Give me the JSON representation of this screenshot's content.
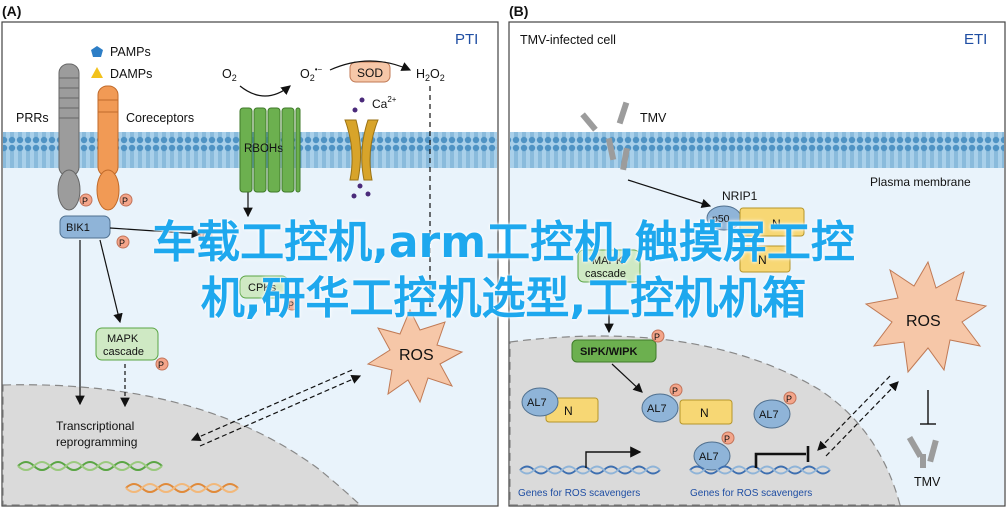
{
  "panel_a": {
    "letter": "(A)",
    "tag": "PTI",
    "legend": {
      "pamps": "PAMPs",
      "damps": "DAMPs"
    },
    "labels": {
      "prrs": "PRRs",
      "coreceptors": "Coreceptors",
      "o2": "O",
      "o2_sub": "2",
      "o2m": "O",
      "o2m_sub": "2",
      "o2m_sup": "•−",
      "sod": "SOD",
      "h2o2": "H",
      "h2o2_sub1": "2",
      "h2o2_o": "O",
      "h2o2_sub2": "2",
      "ca": "Ca",
      "ca_sup": "2+",
      "rbohs": "RBOHs",
      "bik1": "BIK1",
      "cpks": "CPKs",
      "mapk1": "MAPK",
      "mapk2": "cascade",
      "ros": "ROS",
      "trans1": "Transcriptional",
      "trans2": "reprogramming",
      "p": "P"
    }
  },
  "panel_b": {
    "letter": "(B)",
    "tag": "ETI",
    "title": "TMV-infected cell",
    "labels": {
      "tmv_top": "TMV",
      "nrip1": "NRIP1",
      "p50": "p50",
      "n": "N",
      "plasma": "Plasma membrane",
      "mapk1": "MAPK",
      "mapk2": "cascade",
      "sipk": "SIPK/WIPK",
      "al7": "AL7",
      "ros": "ROS",
      "genes1": "Genes for ROS scavengers",
      "genes2": "Genes for ROS scavengers",
      "tmv_bottom": "TMV",
      "p": "P"
    }
  },
  "watermark": {
    "line1": "车载工控机,arm工控机,触摸屏工控",
    "line2": "机,研华工控机选型,工控机机箱"
  },
  "colors": {
    "membrane": "#7db7dc",
    "membrane_dark": "#5a9cc8",
    "cell_bg": "#e9f3fb",
    "nucleus": "#dadada",
    "green_box": "#cfe9c4",
    "green_dark": "#5aa544",
    "yellow": "#f7d774",
    "blue_protein": "#8fb4d8",
    "p_badge": "#f4a58a",
    "ros": "#f6c7a8",
    "watermark": "#1ea8ee"
  }
}
